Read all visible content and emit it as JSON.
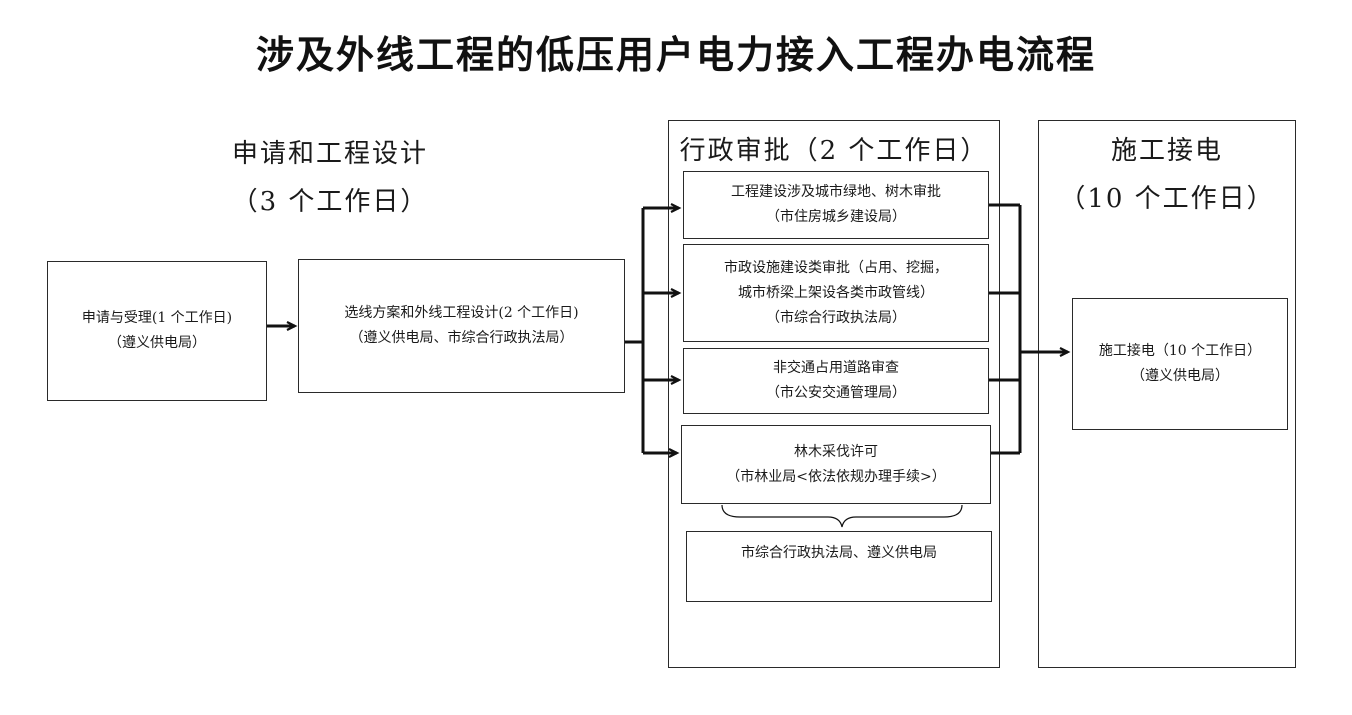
{
  "title": "涉及外线工程的低压用户电力接入工程办电流程",
  "phases": {
    "apply": {
      "name": "申请和工程设计",
      "days": "（3 个工作日）"
    },
    "approval": {
      "name": "行政审批（2 个工作日）"
    },
    "construction": {
      "name": "施工接电",
      "days": "（10 个工作日）"
    }
  },
  "steps": {
    "accept": {
      "line1": "申请与受理(1 个工作日)",
      "line2": "（遵义供电局）"
    },
    "design": {
      "line1": "选线方案和外线工程设计(2 个工作日)",
      "line2": "（遵义供电局、市综合行政执法局）"
    },
    "greenland": {
      "line1": "工程建设涉及城市绿地、树木审批",
      "line2": "（市住房城乡建设局）"
    },
    "municipal": {
      "line1": "市政设施建设类审批（占用、挖掘，",
      "line2": "城市桥梁上架设各类市政管线）",
      "line3": "（市综合行政执法局）"
    },
    "road": {
      "line1": "非交通占用道路审查",
      "line2": "（市公安交通管理局）"
    },
    "forest": {
      "line1": "林木采伐许可",
      "line2": "（市林业局<依法依规办理手续>）"
    },
    "joint": {
      "line1": "市综合行政执法局、遵义供电局"
    },
    "connect": {
      "line1": "施工接电（10 个工作日）",
      "line2": "（遵义供电局）"
    }
  }
}
